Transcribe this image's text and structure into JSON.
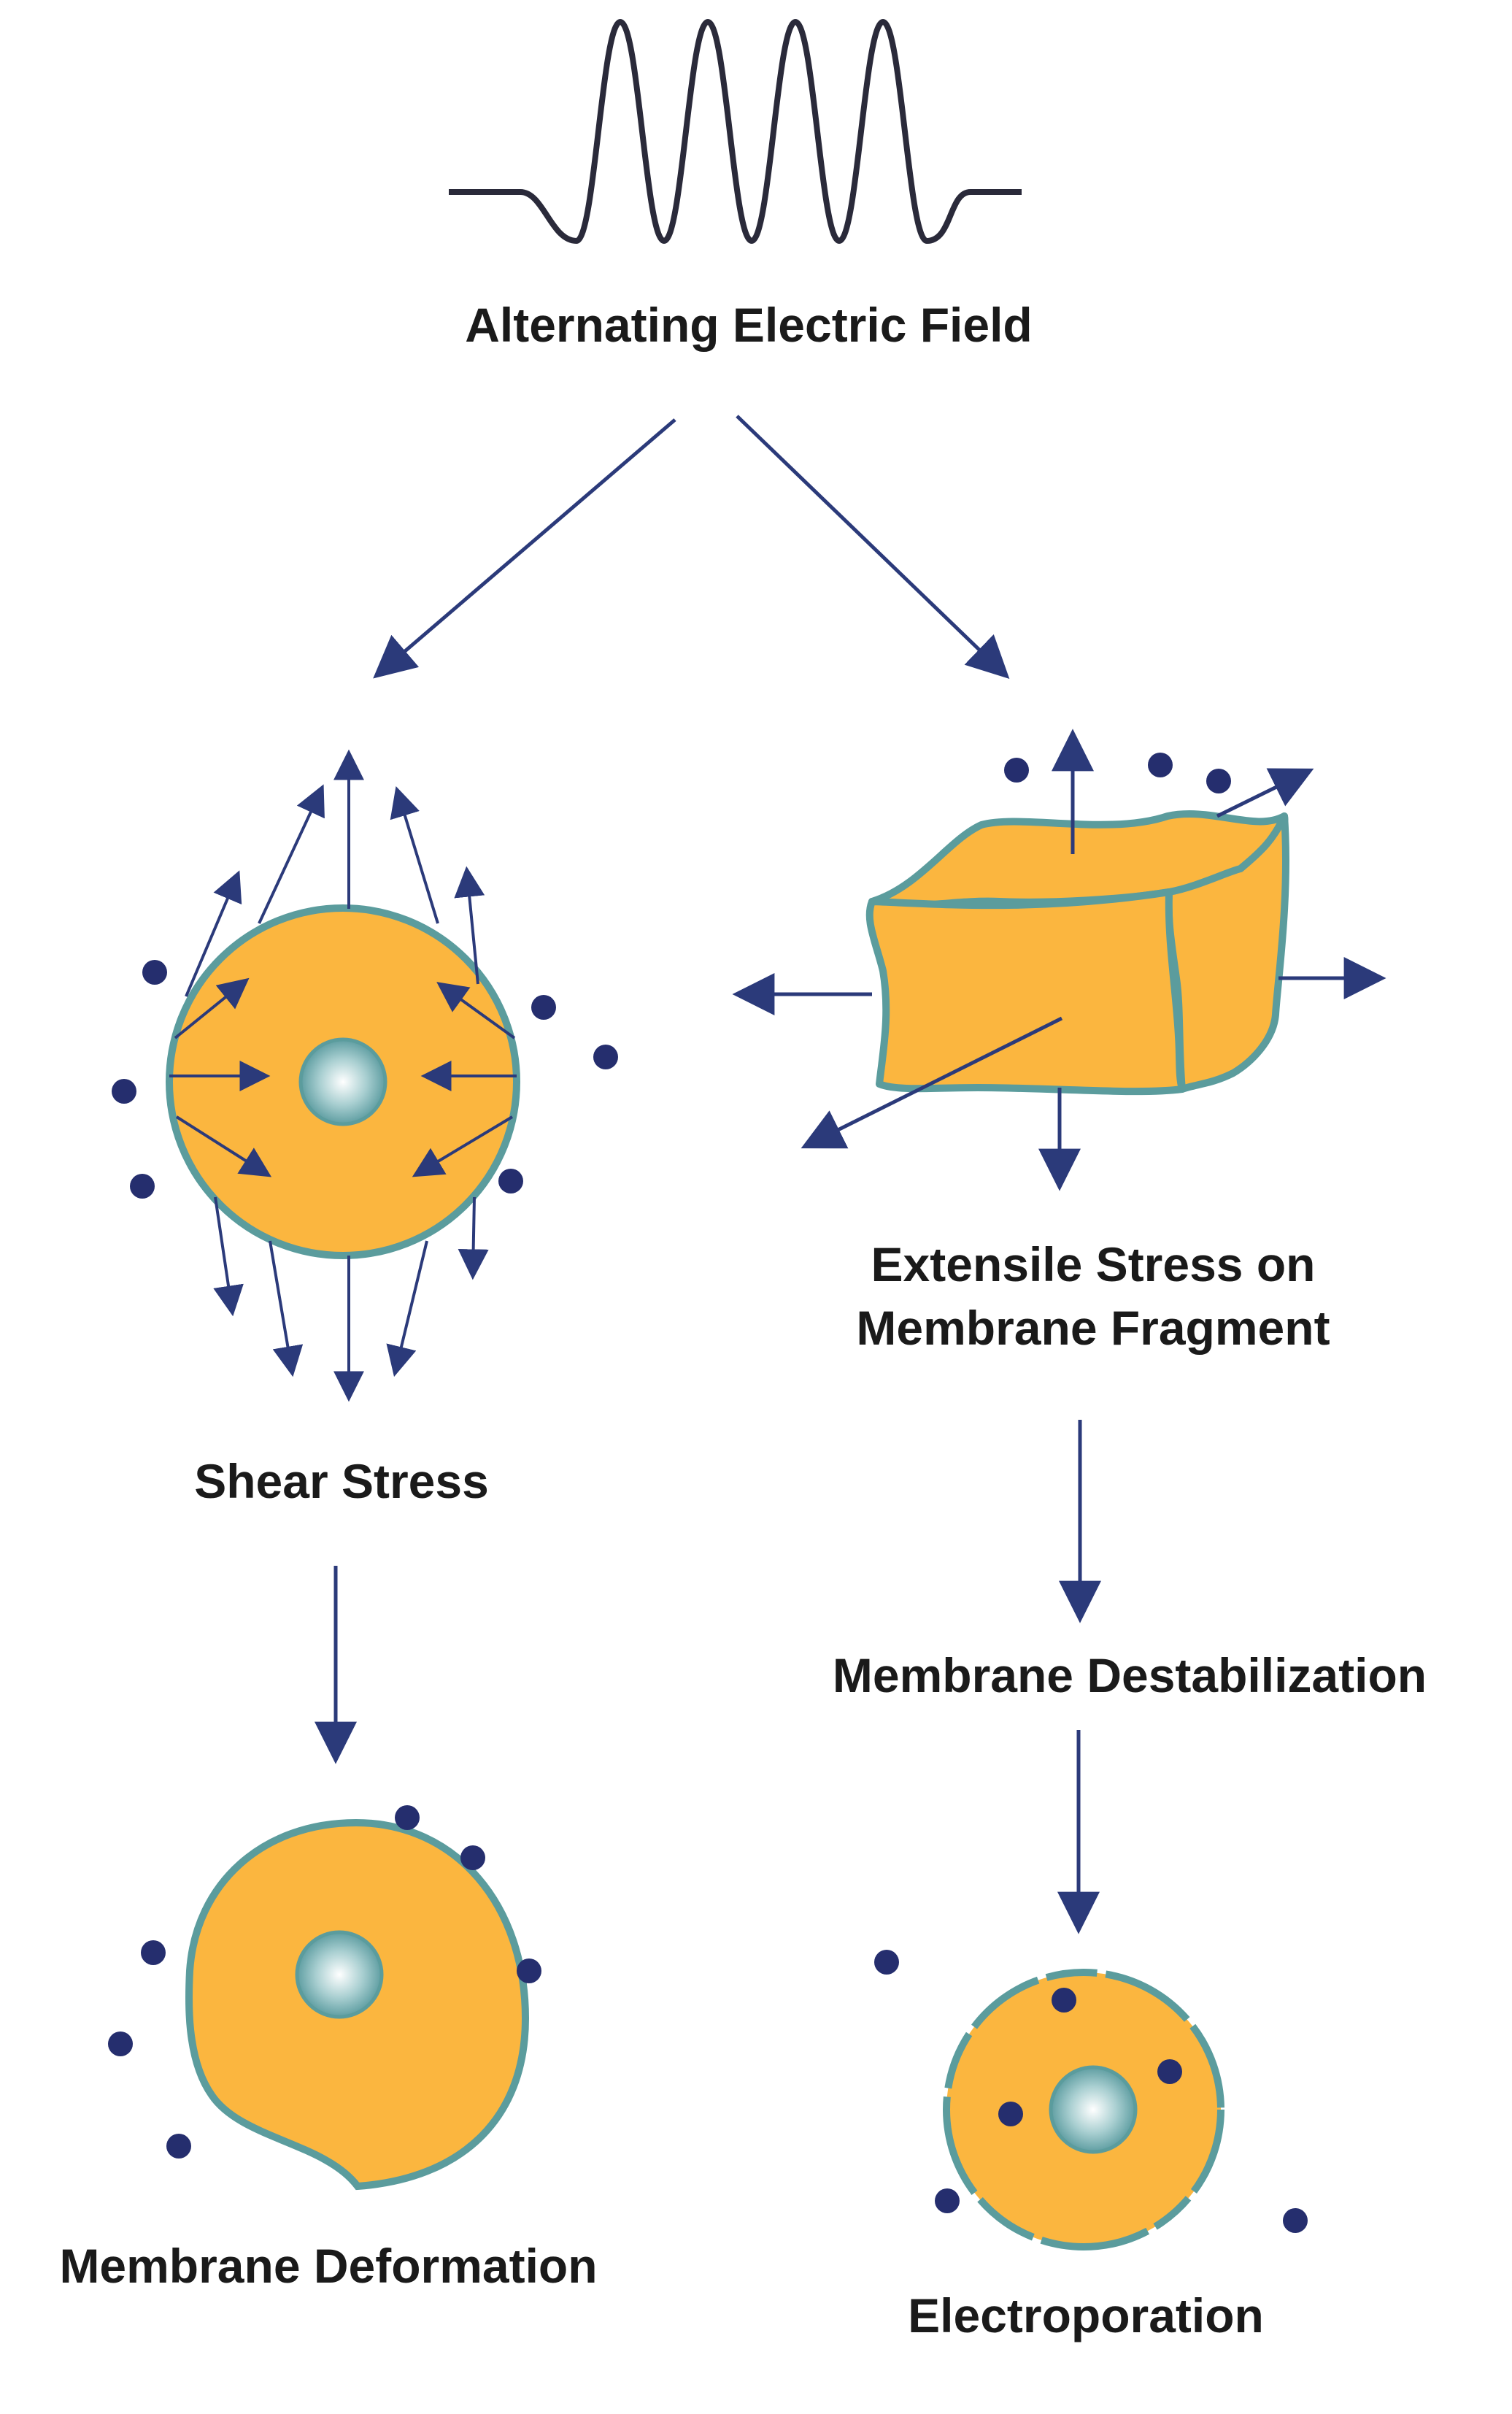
{
  "labels": {
    "field": "Alternating Electric Field",
    "shear": "Shear Stress",
    "extensile_line1": "Extensile Stress on",
    "extensile_line2": "Membrane Fragment",
    "destabilization": "Membrane Destabilization",
    "deformation": "Membrane Deformation",
    "electroporation": "Electroporation"
  },
  "colors": {
    "cell_fill": "#FBB63F",
    "membrane": "#5B9C9D",
    "arrow": "#2B3A7A",
    "particle": "#252E6E",
    "wave": "#2A2A3A",
    "nucleus": "#6FA9AD"
  }
}
